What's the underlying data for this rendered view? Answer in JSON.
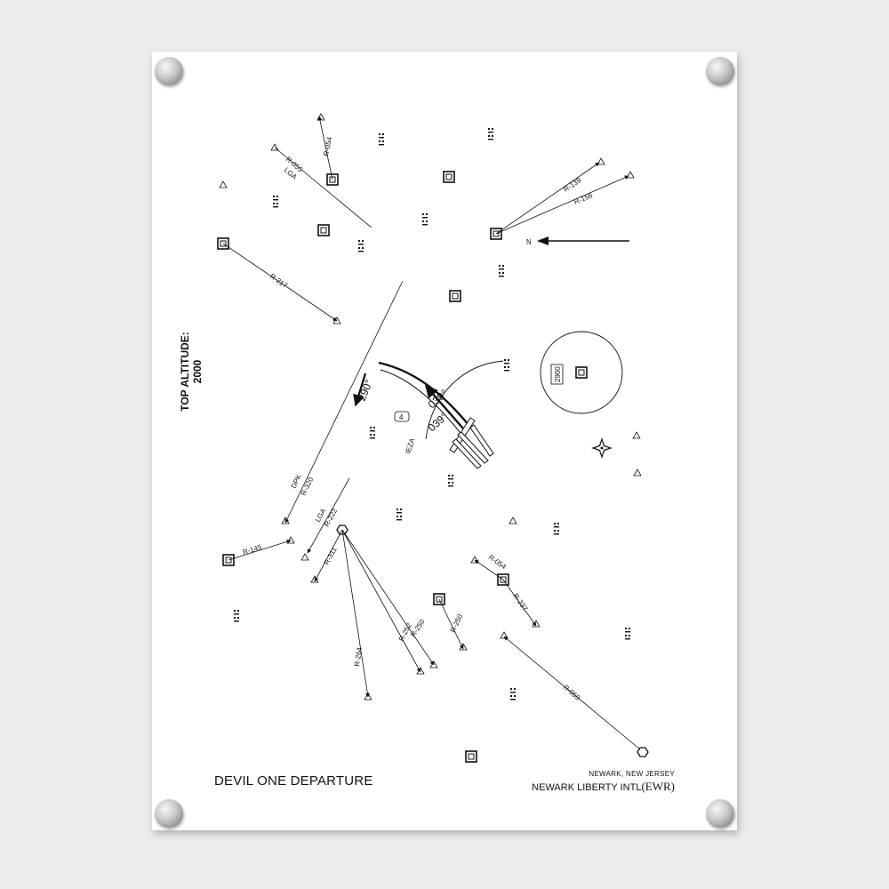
{
  "chart": {
    "top_altitude_label": "TOP ALTITUDE:",
    "top_altitude_value": "2000",
    "procedure_name": "DEVIL ONE DEPARTURE",
    "location": "NEWARK, NEW JERSEY",
    "airport_name": "NEWARK LIBERTY INTL",
    "airport_code": "(EWR)",
    "north_label": "N",
    "msa_altitude": "2900",
    "headings": {
      "h290": "290°",
      "h039_a": "039°",
      "h039_b": "039°"
    },
    "fix_label": "IEZA",
    "fix_badge": "4",
    "radials": {
      "r054_top": "R-054",
      "r055": "R-055",
      "lga_top": "LGA",
      "r139": "R-139",
      "r156": "R-156",
      "r217": "R-217",
      "dpk": "DPK",
      "r320": "R-320",
      "lga_mid": "LGA",
      "r222": "R-222",
      "r145": "R-145",
      "r311": "R-311",
      "r264": "R-264",
      "r252": "R-252",
      "r250": "R-250",
      "r250b": "R-250",
      "r054_mid": "R-054",
      "r237": "R-237",
      "r059": "R-059"
    }
  }
}
